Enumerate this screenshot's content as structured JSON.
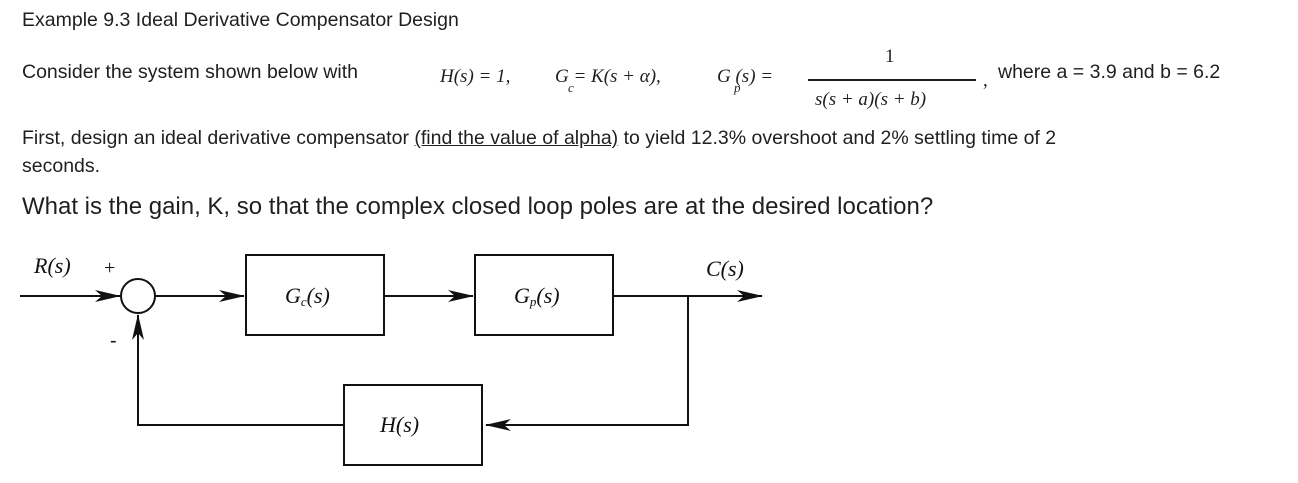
{
  "header": {
    "title": "Example 9.3 Ideal Derivative Compensator Design"
  },
  "problem": {
    "intro": "Consider the system shown below with",
    "eq_H": "H(s) = 1,",
    "eq_Gc": "G  = K(s + α),",
    "eq_Gc_sub": "c",
    "eq_Gp": "G  (s) =",
    "eq_Gp_sub": "p",
    "frac_num": "1",
    "frac_den": "s(s + a)(s + b)",
    "frac_tail": ",",
    "where": "where a = 3.9 and b = 6.2",
    "design_pre": "First, design an ideal derivative compensator ",
    "design_link": "(find the value of alpha)",
    "design_post": " to yield 12.3% overshoot and 2% settling time of 2",
    "design_line2": "seconds.",
    "question": "What is the gain, K, so that the complex closed loop poles are at the desired location?"
  },
  "diagram": {
    "input_label": "R(s)",
    "plus_sign": "+",
    "minus_sign": "-",
    "gc_label": "G",
    "gc_sub": "c",
    "gc_tail": "(s)",
    "gp_label": "G",
    "gp_sub": "p",
    "gp_tail": "(s)",
    "h_label": "H(s)",
    "output_label": "C(s)"
  }
}
